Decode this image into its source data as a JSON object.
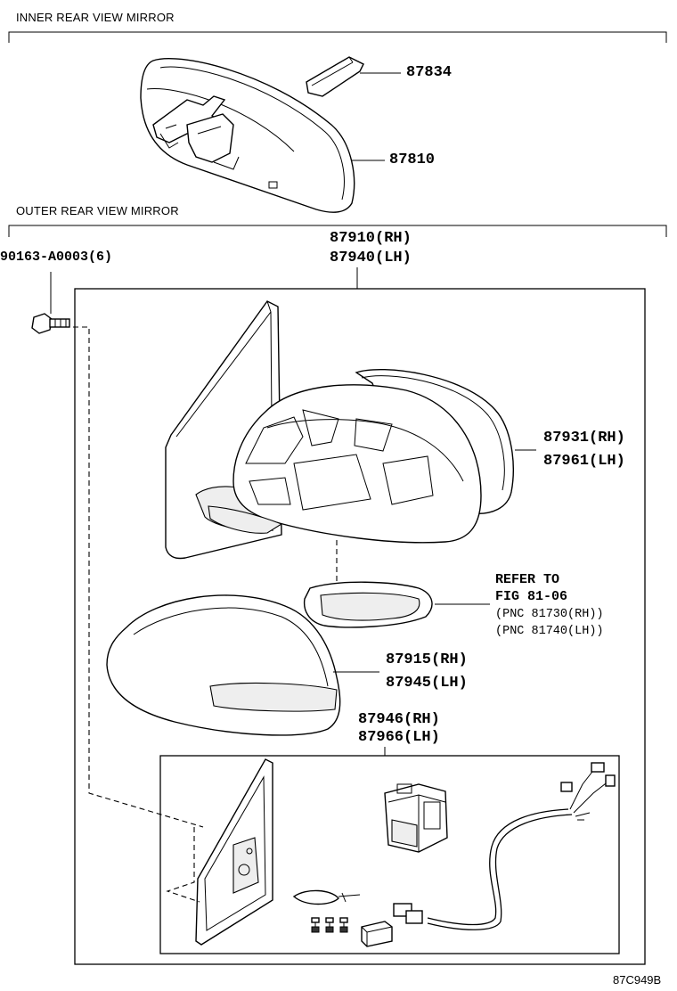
{
  "sections": {
    "inner": "INNER REAR VIEW MIRROR",
    "outer": "OUTER REAR VIEW MIRROR"
  },
  "parts": {
    "p87834": "87834",
    "p87810": "87810",
    "p87910": "87910(RH)",
    "p87940": "87940(LH)",
    "p90163": "90163-A0003(6)",
    "p87931": "87931(RH)",
    "p87961": "87961(LH)",
    "p87915": "87915(RH)",
    "p87945": "87945(LH)",
    "p87946": "87946(RH)",
    "p87966": "87966(LH)"
  },
  "refer": {
    "line1": "REFER TO",
    "line2": "FIG 81-06",
    "line3": "(PNC 81730(RH))",
    "line4": "(PNC 81740(LH))"
  },
  "figure_id": "87C949B"
}
